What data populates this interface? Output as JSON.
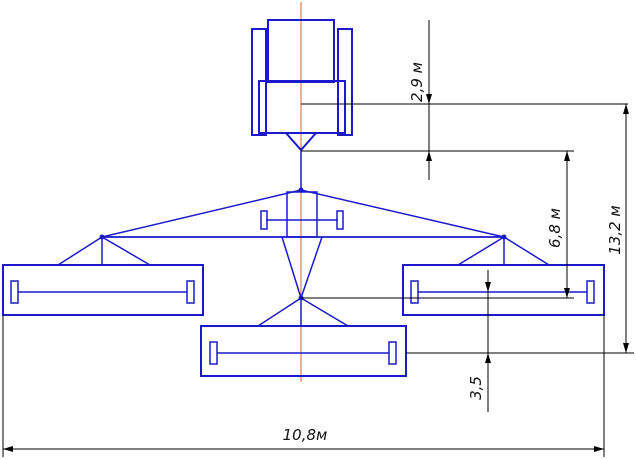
{
  "dimensions": {
    "tractor_to_hitch": "2,9 м",
    "hitch_to_side_units": "6,8 м",
    "overall_length": "13,2 м",
    "rear_offset": "3,5",
    "overall_width": "10,8м"
  },
  "colors": {
    "machine": "#1a1acc",
    "dimension": "#000000",
    "axis": "#d9602a"
  }
}
